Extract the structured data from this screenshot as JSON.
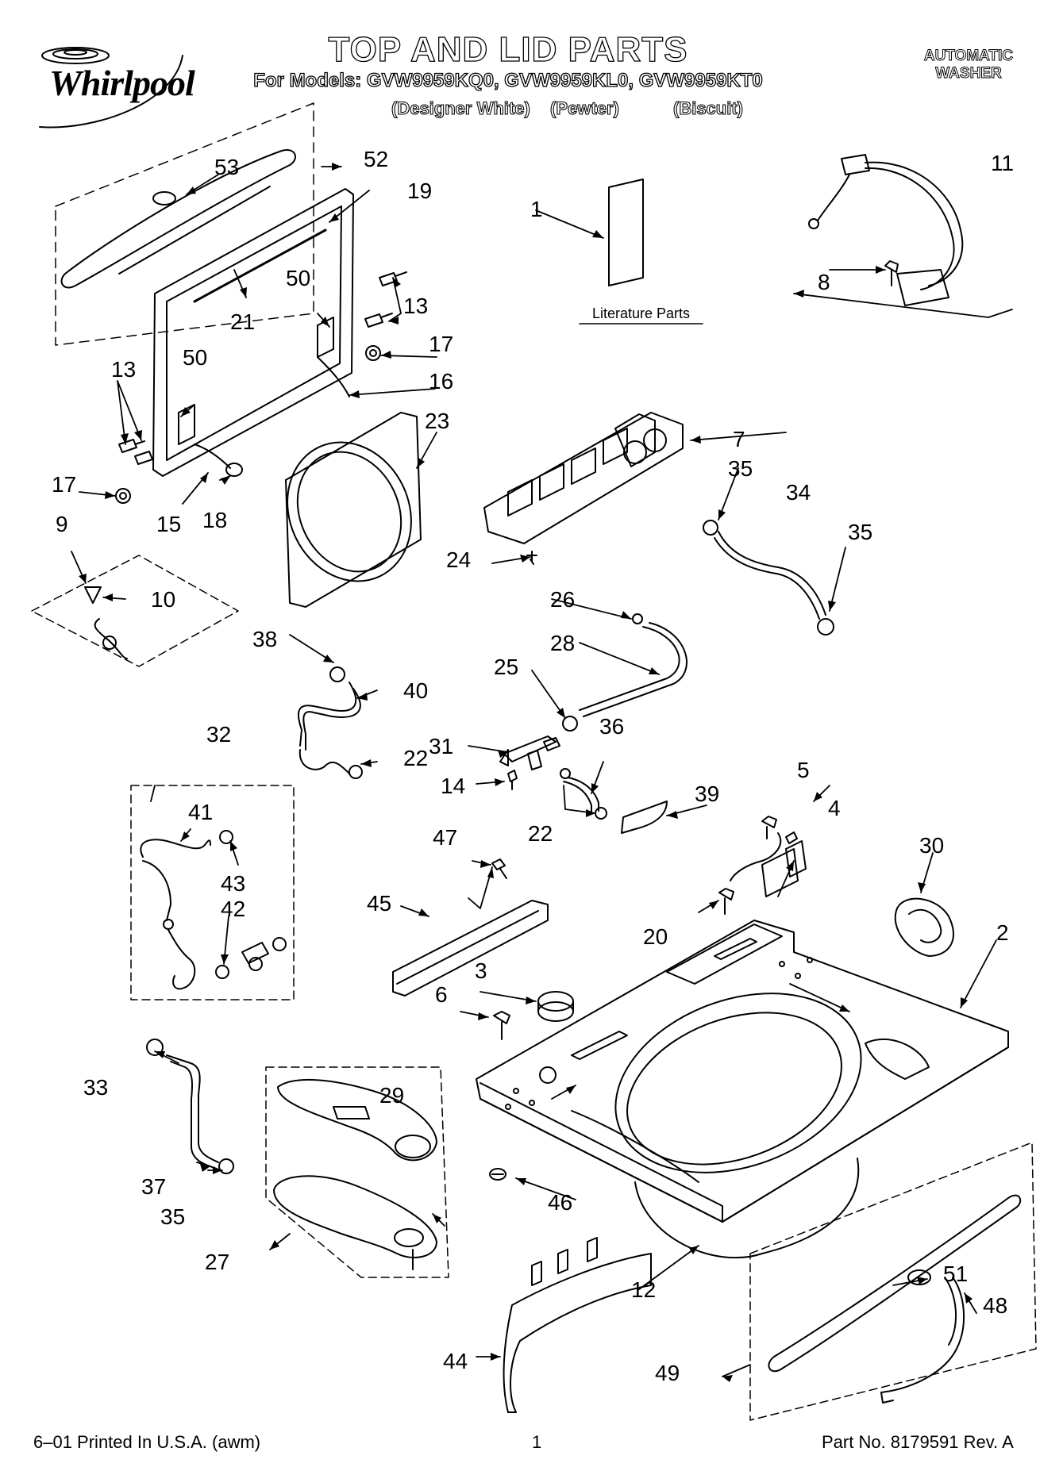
{
  "brand": {
    "name": "Whirlpool"
  },
  "header": {
    "title": "TOP AND LID PARTS",
    "models": "For Models: GVW9959KQ0, GVW9959KL0, GVW9959KT0",
    "variants": [
      "(Designer White)",
      "(Pewter)",
      "(Biscuit)"
    ],
    "appliance": [
      "AUTOMATIC",
      "WASHER"
    ]
  },
  "diagram": {
    "literature_label": "Literature Parts",
    "callouts": [
      "1",
      "2",
      "3",
      "4",
      "5",
      "6",
      "7",
      "8",
      "9",
      "10",
      "11",
      "12",
      "13",
      "13",
      "14",
      "15",
      "16",
      "17",
      "17",
      "18",
      "19",
      "20",
      "21",
      "22",
      "22",
      "23",
      "24",
      "25",
      "26",
      "27",
      "28",
      "29",
      "30",
      "31",
      "32",
      "33",
      "34",
      "35",
      "35",
      "35",
      "36",
      "37",
      "38",
      "39",
      "40",
      "41",
      "42",
      "43",
      "44",
      "45",
      "46",
      "47",
      "48",
      "49",
      "50",
      "50",
      "51",
      "52",
      "53"
    ]
  },
  "footer": {
    "printed": "6–01 Printed In U.S.A. (awm)",
    "page": "1",
    "part_no": "Part No. 8179591 Rev. A"
  },
  "colors": {
    "line": "#000000",
    "background": "#ffffff"
  }
}
